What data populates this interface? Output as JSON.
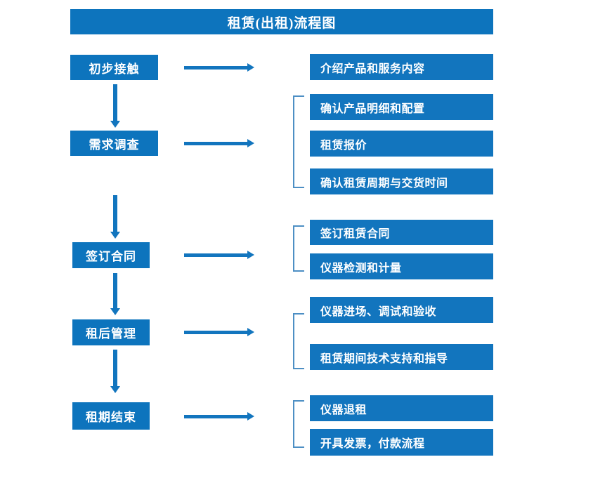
{
  "diagram": {
    "title": "租赁(出租)流程图",
    "accent_color": "#0D74BD",
    "box_color": "#1275BE",
    "bracket_color": "#4D8FC4",
    "text_color": "#FFFFFF",
    "background_color": "#FFFFFF"
  },
  "stages": [
    {
      "id": "initial-contact",
      "label": "初步接触",
      "details": [
        "介绍产品和服务内容"
      ],
      "bracketed": false
    },
    {
      "id": "demand-survey",
      "label": "需求调查",
      "details": [
        "确认产品明细和配置",
        "租赁报价",
        "确认租赁周期与交货时间"
      ],
      "bracketed": true
    },
    {
      "id": "sign-contract",
      "label": "签订合同",
      "details": [
        "签订租赁合同",
        "仪器检测和计量"
      ],
      "bracketed": true
    },
    {
      "id": "post-rental-management",
      "label": "租后管理",
      "details": [
        "仪器进场、调试和验收",
        "租赁期间技术支持和指导"
      ],
      "bracketed": true
    },
    {
      "id": "rental-end",
      "label": "租期结束",
      "details": [
        "仪器退租",
        "开具发票，付款流程"
      ],
      "bracketed": true
    }
  ],
  "detail_labels": {
    "d0_0": "介绍产品和服务内容",
    "d1_0": "确认产品明细和配置",
    "d1_1": "租赁报价",
    "d1_2": "确认租赁周期与交货时间",
    "d2_0": "签订租赁合同",
    "d2_1": "仪器检测和计量",
    "d3_0": "仪器进场、调试和验收",
    "d3_1": "租赁期间技术支持和指导",
    "d4_0": "仪器退租",
    "d4_1": "开具发票，付款流程"
  },
  "stage_labels": {
    "s0": "初步接触",
    "s1": "需求调查",
    "s2": "签订合同",
    "s3": "租后管理",
    "s4": "租期结束"
  }
}
